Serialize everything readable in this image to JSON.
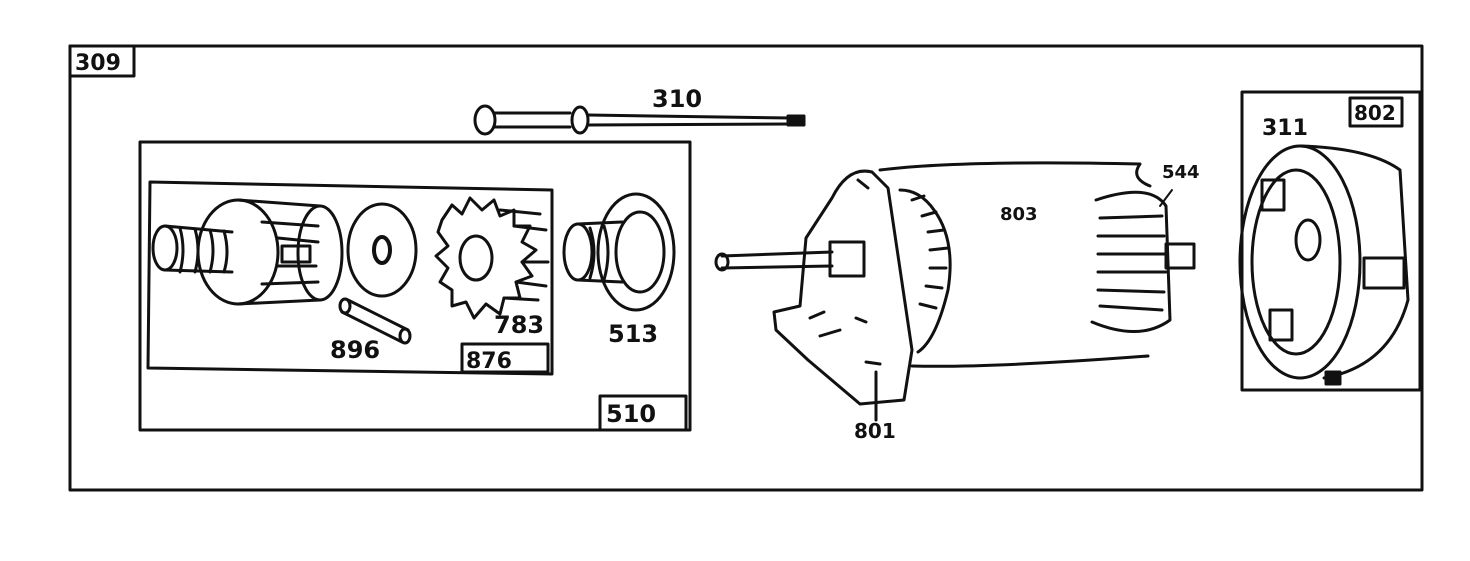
{
  "diagram": {
    "labels": {
      "assembly_box": "309",
      "drive_box": "510",
      "inner_drive_box": "876",
      "end_cap_box": "802",
      "through_bolt": "310",
      "brush": "311",
      "pinion_gear": "783",
      "drive_clutch": "513",
      "roll_pin": "896",
      "motor_housing": "803",
      "armature": "544",
      "drive_end_bracket": "801"
    }
  }
}
